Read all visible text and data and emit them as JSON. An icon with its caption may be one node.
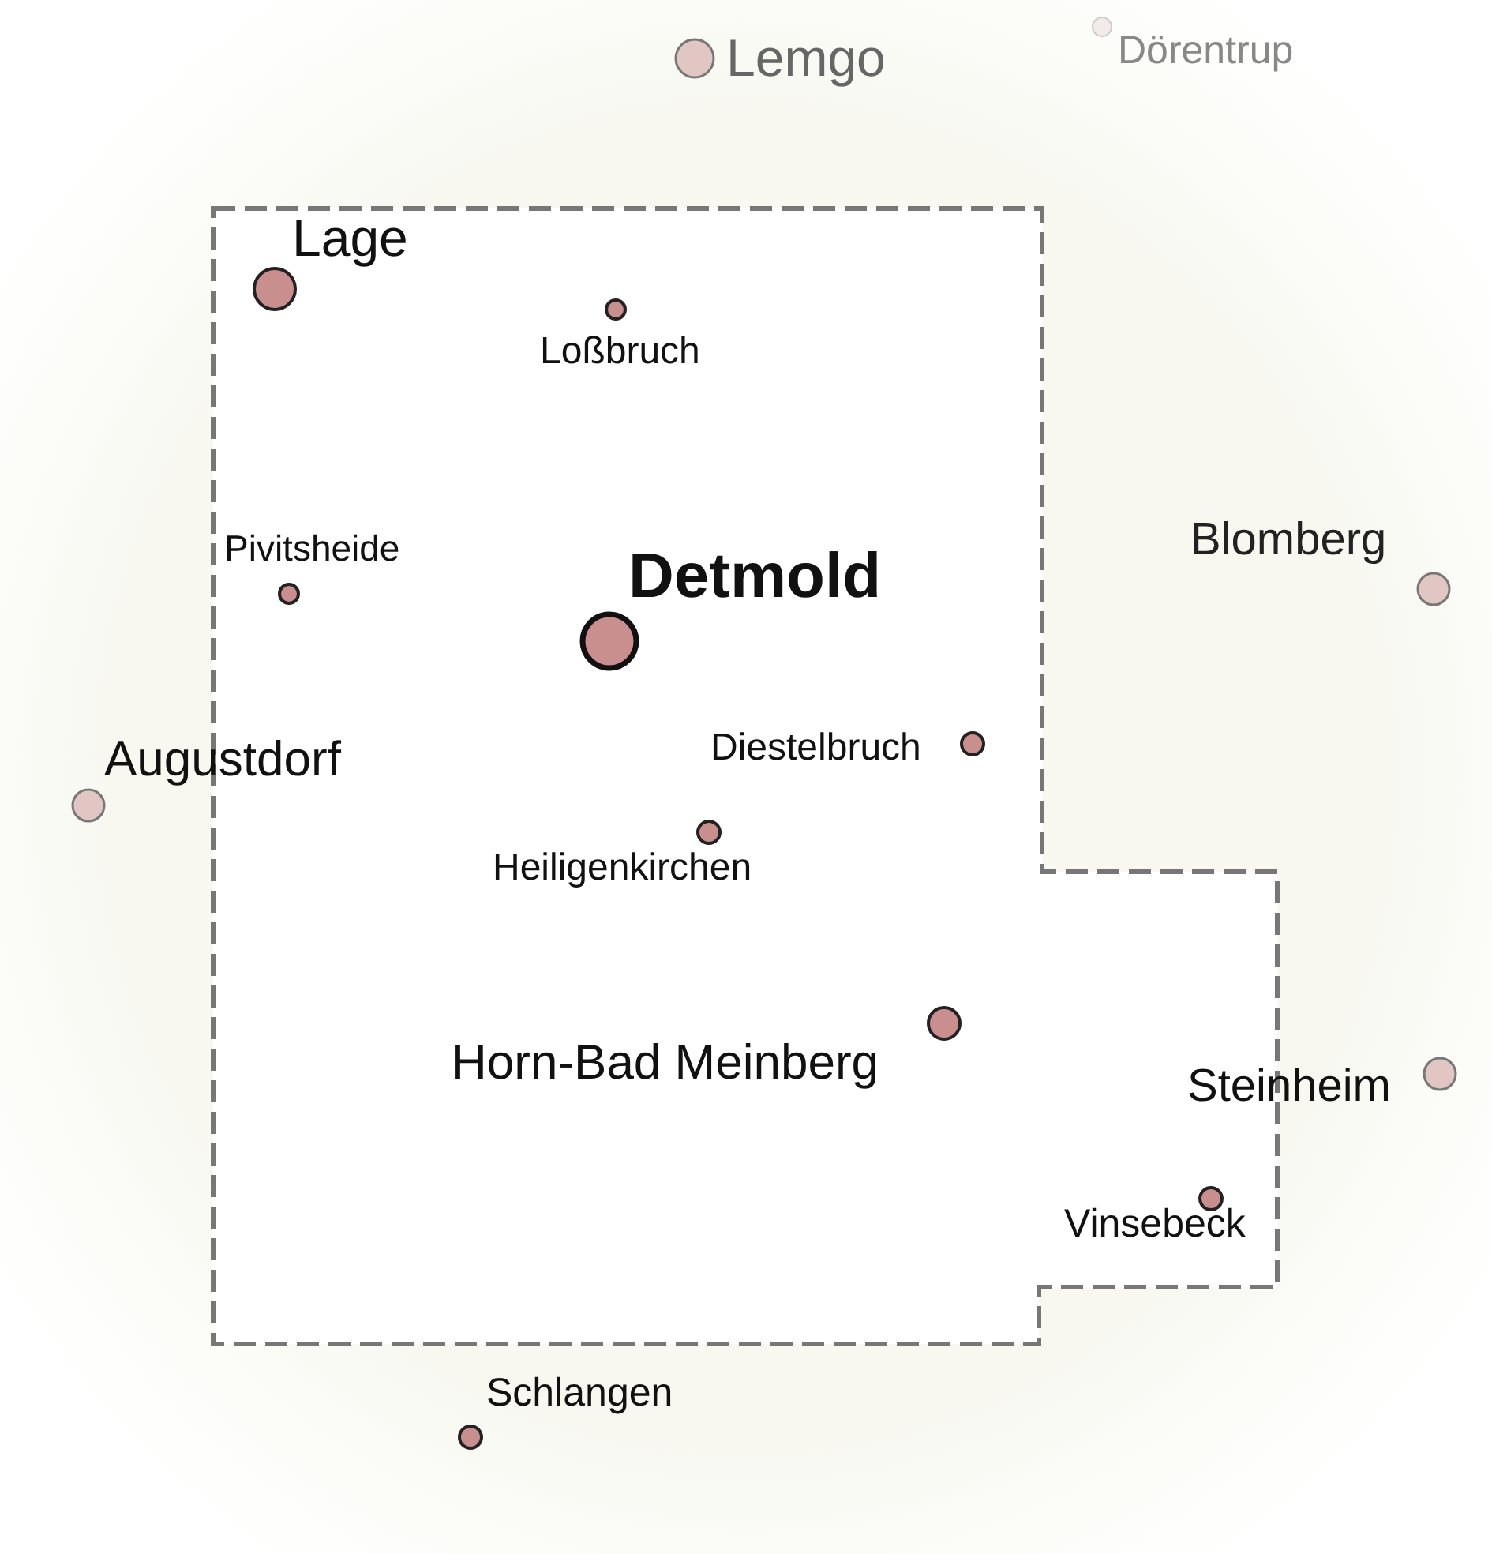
{
  "diagram": {
    "labels": [
      "Lemgo",
      "Dörentrup",
      "Lage",
      "Loßbruch",
      "Blomberg",
      "Pivitsheide",
      "Detmold",
      "Diestelbruch",
      "Augustdorf",
      "Heiligenkirchen",
      "Horn-Bad Meinberg",
      "Steinheim",
      "Vinsebeck",
      "Schlangen"
    ]
  }
}
